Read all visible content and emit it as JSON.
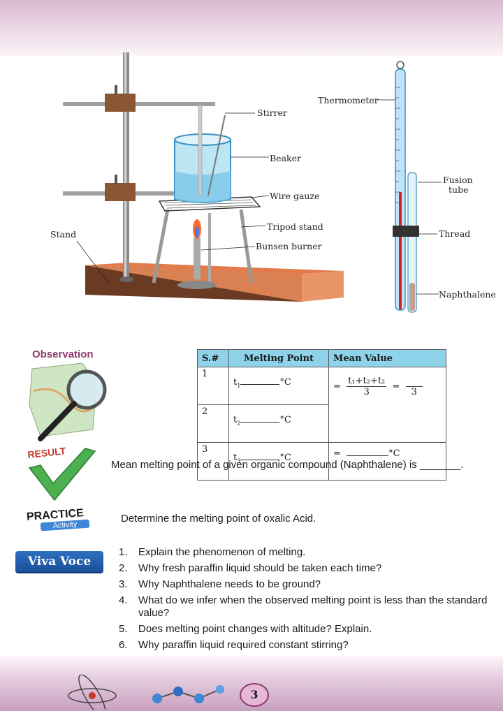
{
  "diagram": {
    "labels": {
      "stirrer": "Stirrer",
      "beaker": "Beaker",
      "wire_gauze": "Wire gauze",
      "tripod_stand": "Tripod stand",
      "bunsen_burner": "Bunsen burner",
      "stand": "Stand",
      "thermometer": "Thermometer",
      "fusion_tube_1": "Fusion",
      "fusion_tube_2": "tube",
      "thread": "Thread",
      "naphthalene": "Naphthalene"
    }
  },
  "observation": {
    "title": "Observation",
    "table": {
      "headers": [
        "S.#",
        "Melting Point",
        "Mean Value"
      ],
      "rows": [
        {
          "sn": "1",
          "t": "t",
          "sub": "1",
          "unit": "°C"
        },
        {
          "sn": "2",
          "t": "t",
          "sub": "2",
          "unit": "°C"
        },
        {
          "sn": "3",
          "t": "t",
          "sub": "3",
          "unit": "°C"
        }
      ],
      "mean_numerator": "t₁+t₂+t₂",
      "mean_denominator": "3",
      "mean_denominator2": "3",
      "mean_unit": "°C"
    }
  },
  "result": {
    "badge": "RESULT",
    "text": "Mean melting point of a given organic compound (Naphthalene) is _______."
  },
  "practice": {
    "badge_line1": "PRACTICE",
    "badge_line2": "Activity",
    "text": "Determine the melting point of oxalic Acid."
  },
  "viva_voce": {
    "badge": "Viva Voce",
    "questions": [
      {
        "n": "1.",
        "q": "Explain the phenomenon of melting."
      },
      {
        "n": "2.",
        "q": "Why fresh paraffin liquid should be taken each time?"
      },
      {
        "n": "3.",
        "q": "Why Naphthalene needs to be ground?"
      },
      {
        "n": "4.",
        "q": "What do we infer when the observed melting point is less than the standard value?"
      },
      {
        "n": "5.",
        "q": "Does melting point changes with altitude? Explain."
      },
      {
        "n": "6.",
        "q": "Why paraffin liquid required constant stirring?"
      }
    ]
  },
  "page_number": "3"
}
